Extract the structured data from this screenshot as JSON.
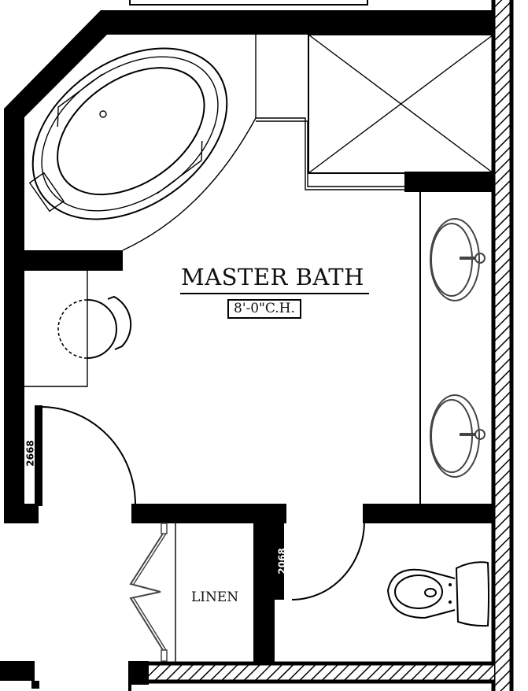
{
  "plan": {
    "room_name": "MASTER BATH",
    "ceiling_height": "8'-0\"C.H.",
    "closet_label": "LINEN",
    "door_tags": {
      "entry_door": "2668",
      "toilet_door": "2068"
    },
    "fixtures": [
      "oval-soaking-tub",
      "walk-in-shower",
      "double-vanity-sinks",
      "toilet",
      "vanity-seat",
      "bifold-closet-doors"
    ],
    "colors": {
      "wall": "#000000",
      "background": "#ffffff",
      "fixture_grey": "#444444"
    }
  }
}
